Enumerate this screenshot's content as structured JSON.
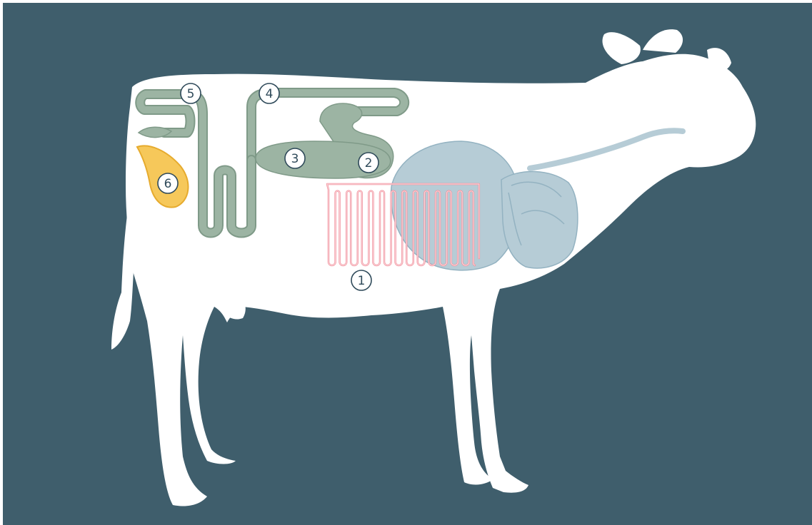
{
  "colors": {
    "background": "#3f5e6c",
    "body": "#ffffff",
    "green_organ": "#9cb4a3",
    "green_stroke": "#7f9a88",
    "blue_organ": "#b6ccd6",
    "blue_stroke": "#93b2c1",
    "pink_intestine": "#f08c98",
    "yellow_gland": "#f6c85a",
    "yellow_stroke": "#e6ab2e",
    "marker_ink": "#2f4a5a"
  },
  "markers": [
    {
      "label": "1"
    },
    {
      "label": "2"
    },
    {
      "label": "3"
    },
    {
      "label": "4"
    },
    {
      "label": "5"
    },
    {
      "label": "6"
    }
  ]
}
